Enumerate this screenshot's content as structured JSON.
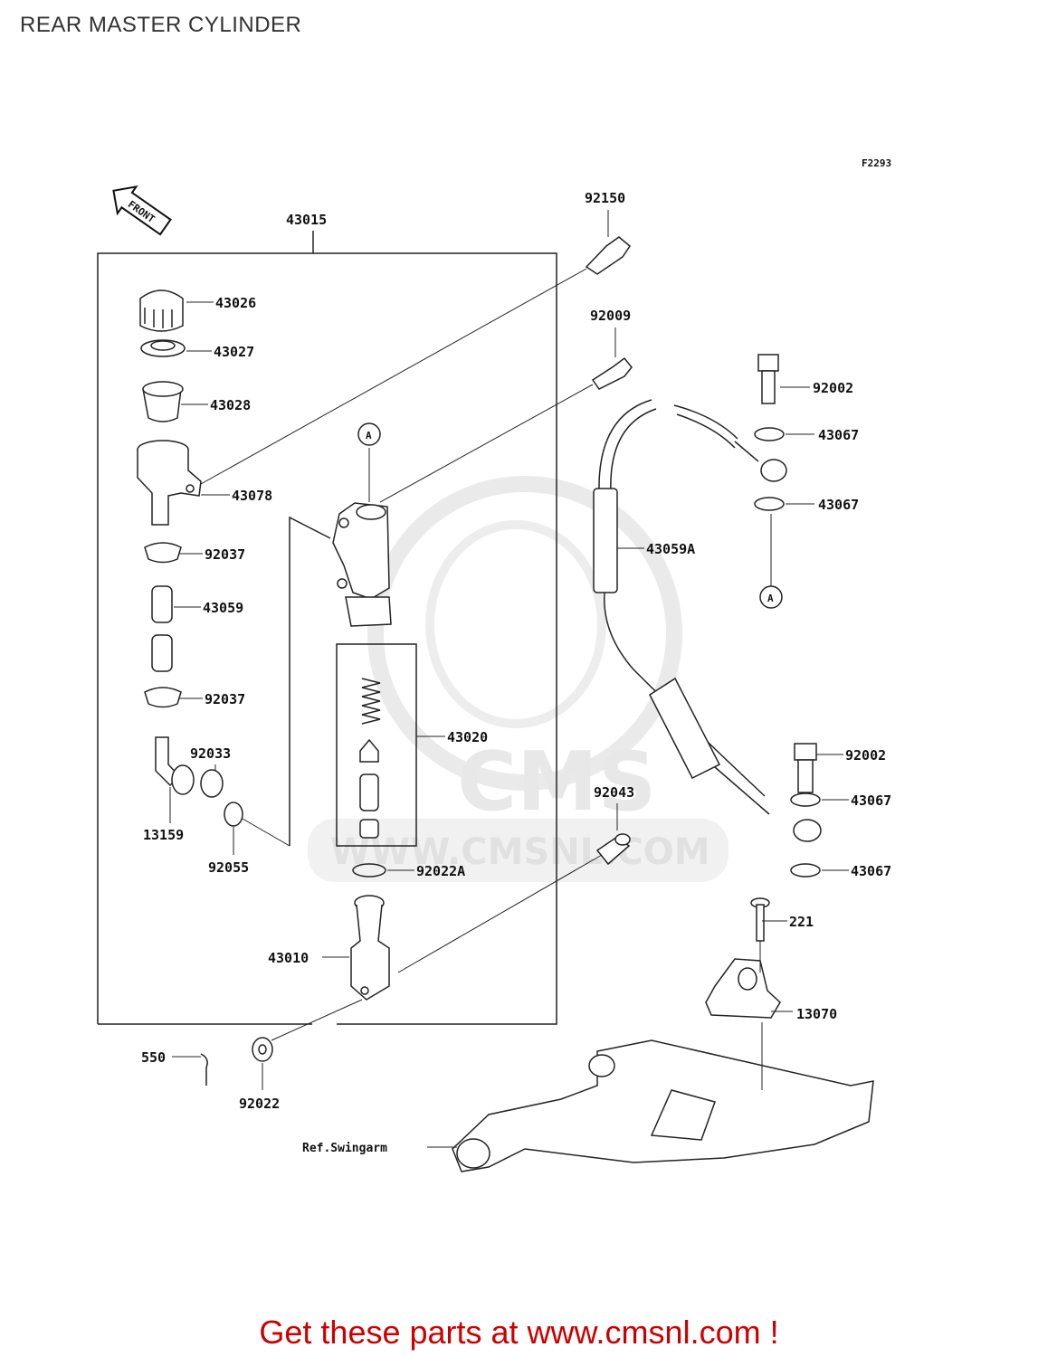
{
  "title": "REAR MASTER CYLINDER",
  "figure_code": "F2293",
  "front_arrow_text": "FRONT",
  "callout_marker": "A",
  "watermark": {
    "brand": "CMS",
    "url": "WWW.CMSNL.COM"
  },
  "parts": {
    "p43015": "43015",
    "p43026": "43026",
    "p43027": "43027",
    "p43028": "43028",
    "p43078": "43078",
    "p92037a": "92037",
    "p43059": "43059",
    "p92037b": "92037",
    "p92033": "92033",
    "p13159": "13159",
    "p92055": "92055",
    "p43020": "43020",
    "p92022A": "92022A",
    "p43010": "43010",
    "p550": "550",
    "p92022": "92022",
    "p92150": "92150",
    "p92009": "92009",
    "p92002a": "92002",
    "p43067a": "43067",
    "p43067b": "43067",
    "p43059A": "43059A",
    "p92043": "92043",
    "p92002b": "92002",
    "p43067c": "43067",
    "p43067d": "43067",
    "p221": "221",
    "p13070": "13070",
    "ref_swingarm": "Ref.Swingarm"
  },
  "footer": "Get these parts at www.cmsnl.com !"
}
